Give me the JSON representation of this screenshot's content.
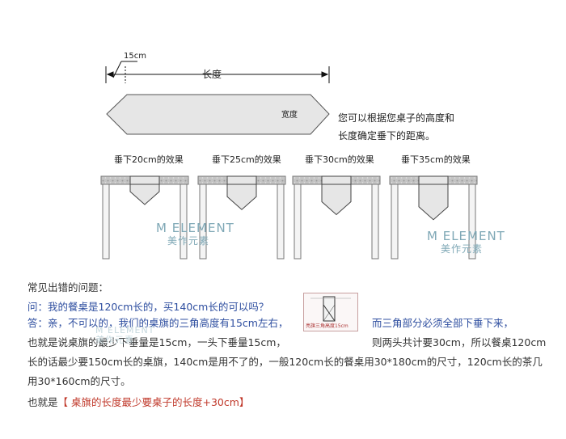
{
  "diagram": {
    "dim_width_label": "15cm",
    "dim_length_label": "长度",
    "dim_breadth_label": "宽度",
    "note_line1": "您可以根据您桌子的高度和",
    "note_line2": "长度确定垂下的距离。",
    "examples": [
      {
        "label": "垂下20cm的效果",
        "drop_cm": 20
      },
      {
        "label": "垂下25cm的效果",
        "drop_cm": 25
      },
      {
        "label": "垂下30cm的效果",
        "drop_cm": 30
      },
      {
        "label": "垂下35cm的效果",
        "drop_cm": 35
      }
    ],
    "watermark_en": "M ELEMENT",
    "watermark_cn": "美作元素"
  },
  "faq": {
    "title": "常见出错的问题：",
    "question": "问：我的餐桌是120cm长的，买140cm长的可以吗？",
    "answer_part1": "答：亲，不可以的，我们的桌旗的三角高度有15cm左右，",
    "answer_part2": "而三角部分必须全部下垂下来，",
    "answer_line2a": "也就是说桌旗的最少下垂量是15cm，一头下垂量15cm，",
    "answer_line2b": "则两头共计要30cm，所以餐桌120cm",
    "answer_line3": "长的话最少要150cm长的桌旗，140cm是用不了的，一般120cm长的餐桌用30*180cm的尺寸，120cm长的茶几",
    "answer_line4": "用30*160cm的尺寸。",
    "conclusion_prefix": "也就是",
    "conclusion_highlight": "【 桌旗的长度最少要桌子的长度+30cm】",
    "inset_label": "亮旗三角高度15cm"
  },
  "colors": {
    "text": "#333333",
    "answer_blue": "#2f4fa0",
    "highlight_red": "#c0392b",
    "watermark": "#7fa8b6",
    "runner_fill": "#e6e6e6",
    "table_top": "#b8b8b8"
  }
}
